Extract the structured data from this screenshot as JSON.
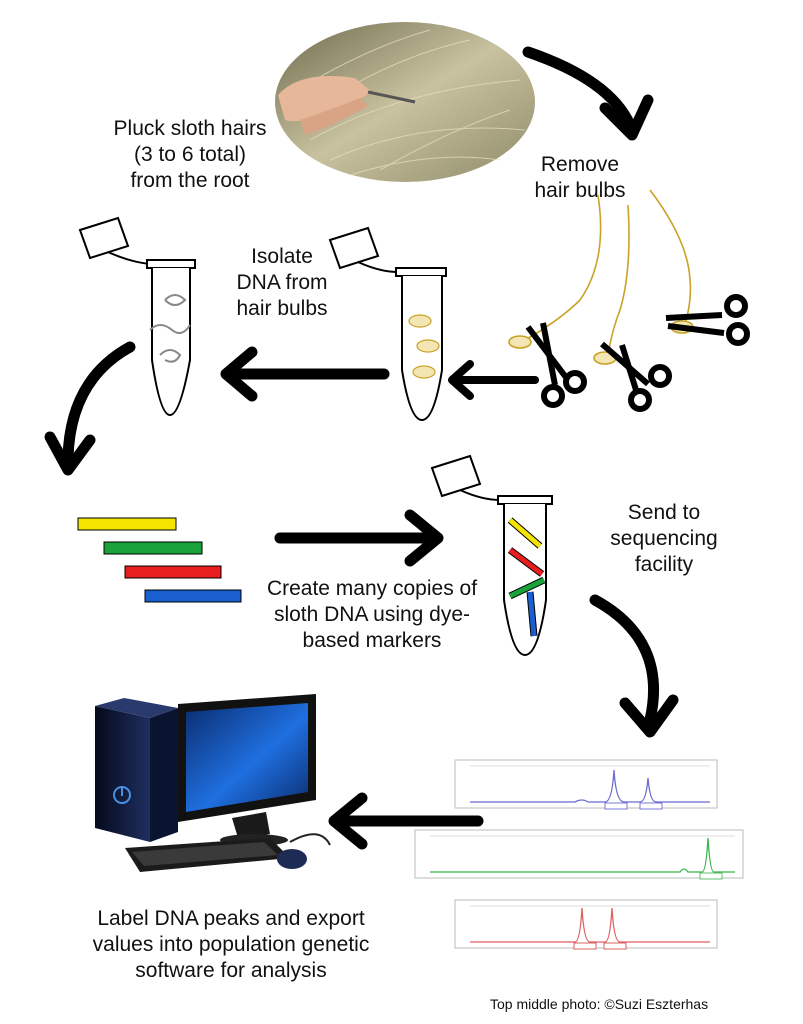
{
  "steps": {
    "pluck": "Pluck sloth hairs\n(3 to 6 total)\nfrom the root",
    "remove": "Remove\nhair bulbs",
    "isolate": "Isolate\nDNA from\nhair bulbs",
    "send": "Send to\nsequencing\nfacility",
    "copies": "Create many copies of\nsloth DNA using dye-\nbased markers",
    "label": "Label DNA peaks and export\nvalues into population genetic\nsoftware for analysis"
  },
  "credit": "Top middle photo: ©Suzi Eszterhas",
  "colors": {
    "yellow": "#f5e400",
    "green": "#1aa33a",
    "red": "#e81d1d",
    "blue": "#1a5fd0",
    "bulb": "#c9a227"
  }
}
